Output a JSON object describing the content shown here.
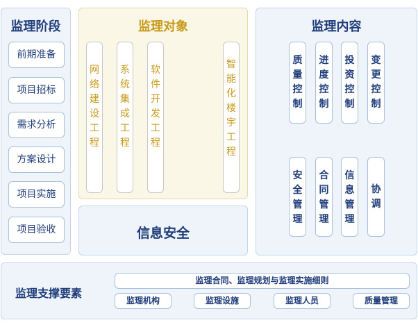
{
  "stage": {
    "title": "监理阶段",
    "items": [
      "前期准备",
      "项目招标",
      "需求分析",
      "方案设计",
      "项目实施",
      "项目验收"
    ]
  },
  "objects": {
    "title": "监理对象",
    "items": [
      "网络建设工程",
      "系统集成工程",
      "软件开发工程",
      "智能化楼宇工程"
    ],
    "ellipsis": "……"
  },
  "security": {
    "title": "信息安全"
  },
  "content": {
    "title": "监理内容",
    "row1": [
      "质量控制",
      "进度控制",
      "投资控制",
      "变更控制"
    ],
    "row2": [
      "安全管理",
      "合同管理",
      "信息管理",
      "协调"
    ]
  },
  "support": {
    "title": "监理支撑要素",
    "wide": "监理合同、监理规划与监理实施细则",
    "items": [
      "监理机构",
      "监理设施",
      "监理人员",
      "质量管理"
    ]
  }
}
